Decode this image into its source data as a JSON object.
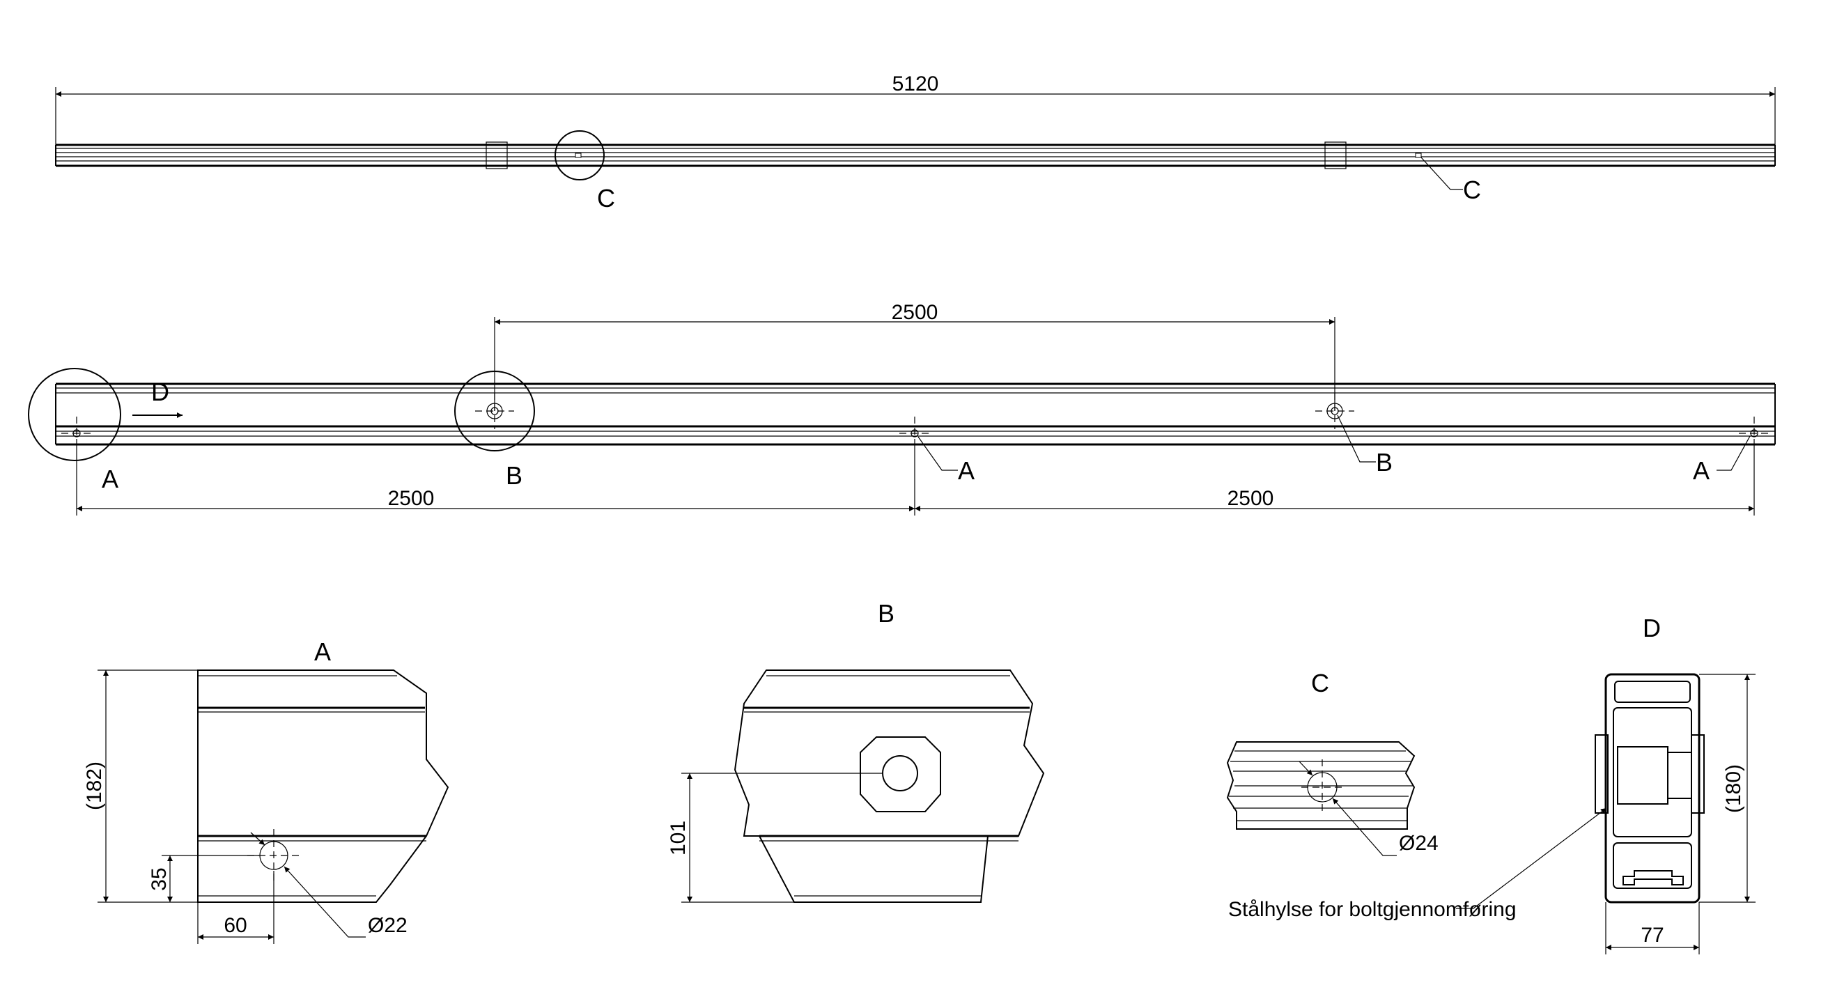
{
  "top_view": {
    "overall_length": "5120",
    "detail_c_label_left": "C",
    "detail_c_label_right": "C"
  },
  "side_view": {
    "hole_spacing_b": "2500",
    "hole_spacing_a_left": "2500",
    "hole_spacing_a_right": "2500",
    "label_a_left": "A",
    "label_b_left": "B",
    "label_a_mid": "A",
    "label_b_right": "B",
    "label_a_right": "A",
    "label_d": "D"
  },
  "detail_a": {
    "title": "A",
    "height": "(182)",
    "hole_height": "35",
    "hole_offset": "60",
    "hole_diameter": "Ø22"
  },
  "detail_b": {
    "title": "B",
    "hole_height": "101"
  },
  "detail_c": {
    "title": "C",
    "hole_diameter": "Ø24",
    "note": "Stålhylse for boltgjennomføring"
  },
  "detail_d": {
    "title": "D",
    "height": "(180)",
    "width": "77"
  }
}
